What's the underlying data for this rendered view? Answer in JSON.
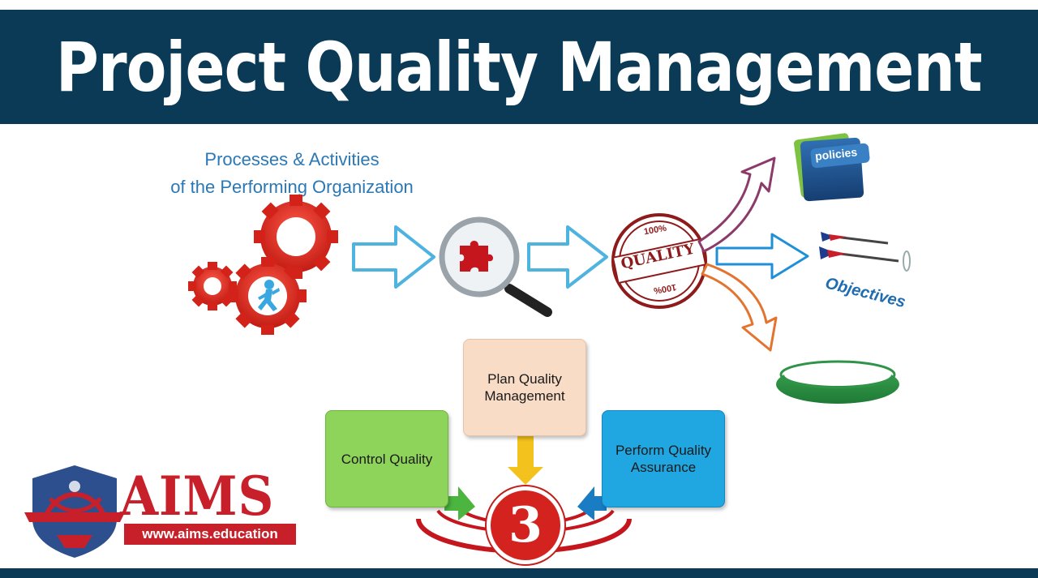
{
  "header": {
    "title": "Project Quality Management"
  },
  "processes": {
    "caption_line1": "Processes & Activities",
    "caption_line2": "of the Performing Organization"
  },
  "outputs": {
    "policies_label": "policies",
    "objectives_label": "Objectives"
  },
  "quality_stamp": {
    "main_text": "QUALITY",
    "top_text": "100%",
    "bottom_text": "100%"
  },
  "processes_cycle": {
    "plan_label": "Plan Quality Management",
    "control_label": "Control  Quality",
    "assurance_label": "Perform Quality Assurance",
    "center_number": "3"
  },
  "brand": {
    "name": "AIMS",
    "url": "www.aims.education"
  },
  "colors": {
    "banner_bg": "#0a3a55",
    "banner_text": "#ffffff",
    "caption_blue": "#2b78b5",
    "plan_box": "#f9dcc6",
    "control_box": "#8ed35a",
    "assurance_box": "#20a7e2",
    "brand_red": "#c8202a"
  }
}
